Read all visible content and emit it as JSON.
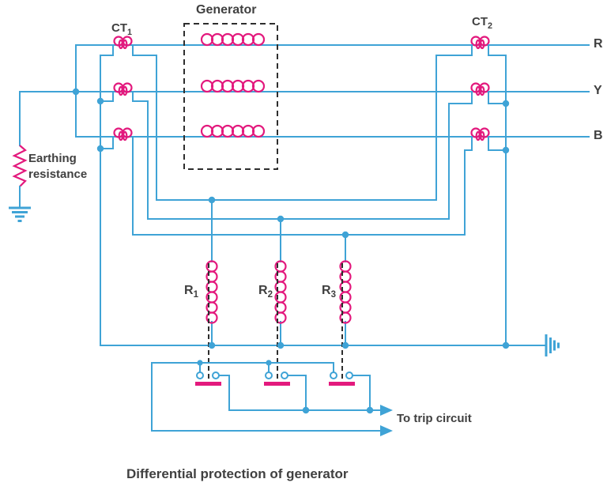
{
  "colors": {
    "wire": "#3FA3D6",
    "coil": "#E3197D",
    "text": "#404040",
    "dash": "#2E2E2E",
    "bg": "#FFFFFF"
  },
  "labels": {
    "generator": "Generator",
    "ct1": {
      "base": "CT",
      "sub": "1"
    },
    "ct2": {
      "base": "CT",
      "sub": "2"
    },
    "phase_r": "R",
    "phase_y": "Y",
    "phase_b": "B",
    "earthing_line1": "Earthing",
    "earthing_line2": "resistance",
    "relay1": {
      "base": "R",
      "sub": "1"
    },
    "relay2": {
      "base": "R",
      "sub": "2"
    },
    "relay3": {
      "base": "R",
      "sub": "3"
    },
    "trip": "To trip circuit",
    "caption": "Differential protection of generator"
  }
}
